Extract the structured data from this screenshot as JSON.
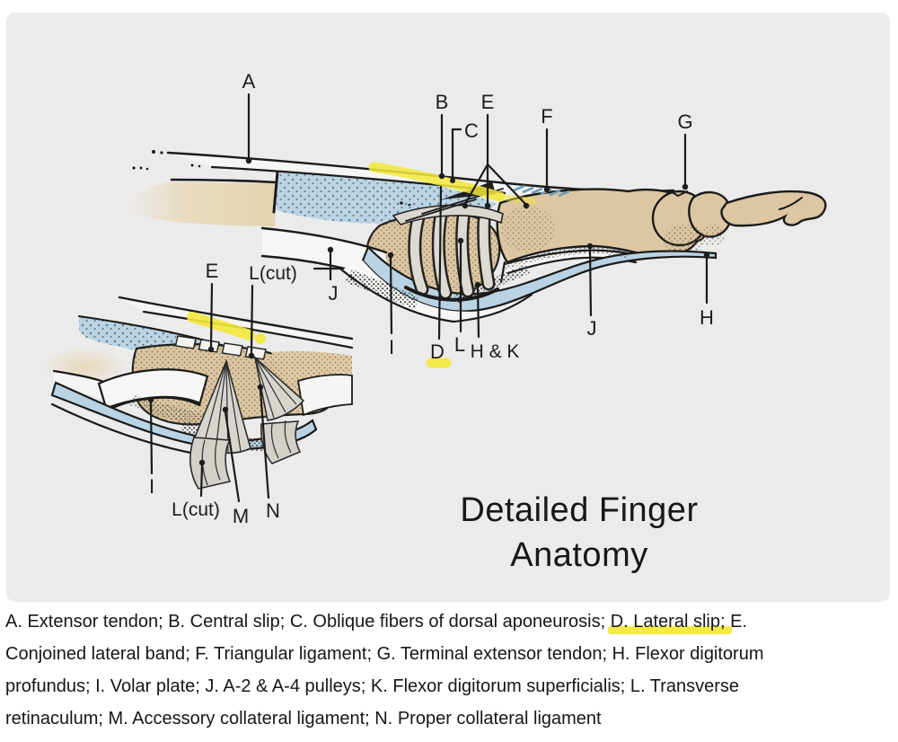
{
  "title": {
    "line1": "Detailed Finger",
    "line2": "Anatomy"
  },
  "figure": {
    "main_view": {
      "labels": {
        "a": "A",
        "b": "B",
        "c": "C",
        "e": "E",
        "f": "F",
        "g": "G",
        "j_left": "J",
        "i": "I",
        "d": "D",
        "l": "L",
        "hk": "H & K",
        "j_right": "J",
        "h": "H"
      }
    },
    "inset_view": {
      "labels": {
        "e": "E",
        "l_cut_top": "L(cut)",
        "i": "I",
        "l_cut_bottom": "L(cut)",
        "m": "M",
        "n": "N"
      }
    },
    "colors": {
      "panel_background": "#ebebeb",
      "bone": "#ddc7a2",
      "tendon_sheath_blue": "#b9d3e4",
      "highlighter_yellow": "#f2e83c",
      "line_ink": "#1b1b1b"
    }
  },
  "caption": {
    "line1_pre": "A. Extensor tendon; B. Central slip; C. Oblique fibers of dorsal aponeurosis; ",
    "line1_highlight": "D. Lateral slip;",
    "line1_post": " E.",
    "line2": "Conjoined lateral band; F. Triangular ligament; G. Terminal extensor tendon; H. Flexor digitorum",
    "line3": "profundus; I. Volar plate; J. A-2 & A-4 pulleys; K. Flexor digitorum superficialis; L. Transverse",
    "line4": "retinaculum; M. Accessory collateral ligament; N. Proper collateral ligament"
  },
  "legend": [
    {
      "key": "A",
      "term": "Extensor tendon"
    },
    {
      "key": "B",
      "term": "Central slip"
    },
    {
      "key": "C",
      "term": "Oblique fibers of dorsal aponeurosis"
    },
    {
      "key": "D",
      "term": "Lateral slip",
      "highlighted": true
    },
    {
      "key": "E",
      "term": "Conjoined lateral band"
    },
    {
      "key": "F",
      "term": "Triangular ligament"
    },
    {
      "key": "G",
      "term": "Terminal extensor tendon"
    },
    {
      "key": "H",
      "term": "Flexor digitorum profundus"
    },
    {
      "key": "I",
      "term": "Volar plate"
    },
    {
      "key": "J",
      "term": "A-2 & A-4 pulleys"
    },
    {
      "key": "K",
      "term": "Flexor digitorum superficialis"
    },
    {
      "key": "L",
      "term": "Transverse retinaculum"
    },
    {
      "key": "M",
      "term": "Accessory collateral ligament"
    },
    {
      "key": "N",
      "term": "Proper collateral ligament"
    }
  ]
}
